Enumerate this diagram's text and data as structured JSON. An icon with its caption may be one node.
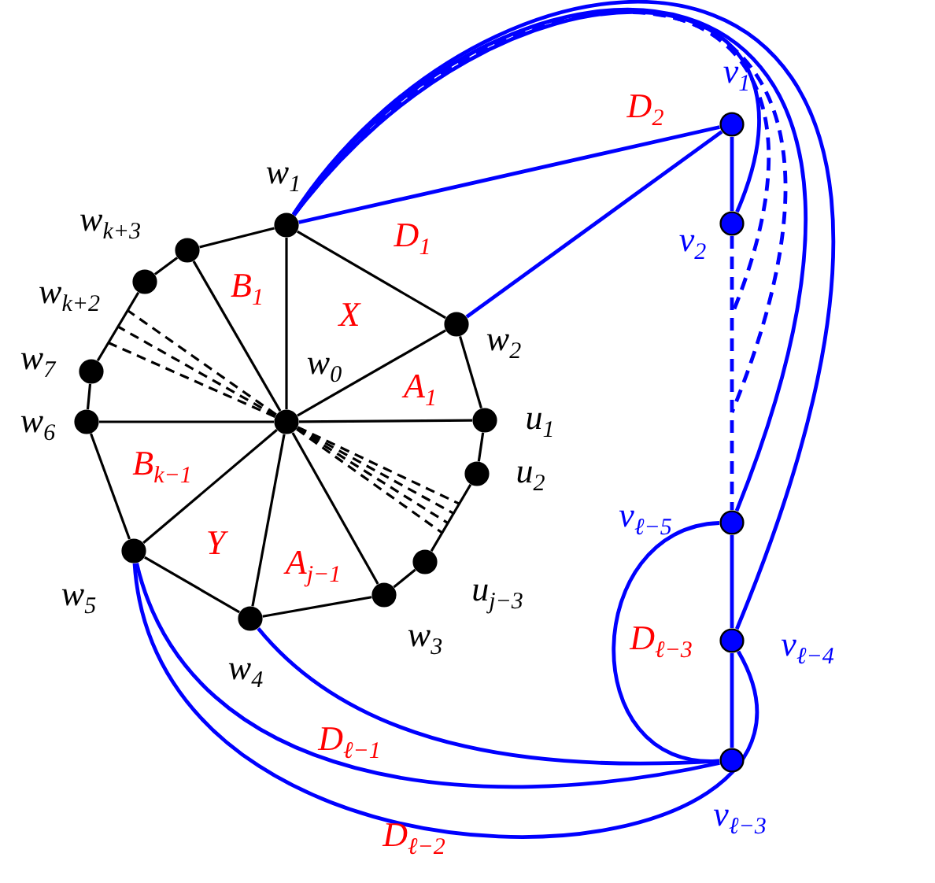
{
  "diagram": {
    "nodes": [
      {
        "text": [],
        "shape": "circle",
        "beside": [
          "w$_{0}$"
        ]
      },
      {
        "text": [],
        "shape": "circle",
        "beside": [
          "w$_{1}$"
        ]
      },
      {
        "text": [],
        "shape": "circle",
        "beside": [
          "w$_{2}$"
        ]
      },
      {
        "text": [],
        "shape": "circle",
        "beside": [
          "u$_{1}$"
        ]
      },
      {
        "text": [],
        "shape": "circle",
        "beside": [
          "u$_{2}$"
        ]
      },
      {
        "text": [],
        "shape": "circle",
        "beside": [
          "u$_{j−3}$"
        ]
      },
      {
        "text": [],
        "shape": "circle",
        "beside": [
          "w$_{3}$"
        ]
      },
      {
        "text": [],
        "shape": "circle",
        "beside": [
          "w$_{4}$"
        ]
      },
      {
        "text": [],
        "shape": "circle",
        "beside": [
          "w$_{5}$"
        ]
      },
      {
        "text": [],
        "shape": "circle",
        "beside": [
          "w$_{6}$"
        ]
      },
      {
        "text": [],
        "shape": "circle",
        "beside": [
          "w$_{7}$"
        ]
      },
      {
        "text": [],
        "shape": "circle",
        "beside": [
          "w$_{k+2}$"
        ]
      },
      {
        "text": [],
        "shape": "circle",
        "beside": [
          "w$_{k+3}$"
        ]
      },
      {
        "text": [],
        "shape": "circle",
        "beside": [
          "v$_{1}$"
        ]
      },
      {
        "text": [],
        "shape": "circle",
        "beside": [
          "v$_{2}$"
        ]
      },
      {
        "text": [],
        "shape": "circle",
        "beside": [
          "v$_{ℓ−5}$"
        ]
      },
      {
        "text": [],
        "shape": "circle",
        "beside": [
          "v$_{ℓ−4}$"
        ]
      },
      {
        "text": [],
        "shape": "circle",
        "beside": [
          "v$_{ℓ−3}$"
        ]
      }
    ],
    "edges": [
      {
        "from": 1,
        "to": 2,
        "arrow": "none"
      },
      {
        "from": 2,
        "to": 3,
        "arrow": "none"
      },
      {
        "from": 3,
        "to": 4,
        "arrow": "none"
      },
      {
        "from": 4,
        "to": 5,
        "arrow": "none"
      },
      {
        "from": 5,
        "to": 6,
        "arrow": "none"
      },
      {
        "from": 6,
        "to": 7,
        "arrow": "none"
      },
      {
        "from": 7,
        "to": 8,
        "arrow": "none"
      },
      {
        "from": 8,
        "to": 9,
        "arrow": "none"
      },
      {
        "from": 9,
        "to": 10,
        "arrow": "none"
      },
      {
        "from": 10,
        "to": 11,
        "arrow": "none"
      },
      {
        "from": 11,
        "to": 12,
        "arrow": "none"
      },
      {
        "from": 12,
        "to": 1,
        "arrow": "none"
      },
      {
        "from": 0,
        "to": 1,
        "arrow": "none"
      },
      {
        "from": 0,
        "to": 2,
        "arrow": "none"
      },
      {
        "from": 0,
        "to": 3,
        "arrow": "none"
      },
      {
        "from": 0,
        "to": 6,
        "arrow": "none"
      },
      {
        "from": 0,
        "to": 7,
        "arrow": "none"
      },
      {
        "from": 0,
        "to": 8,
        "arrow": "none"
      },
      {
        "from": 0,
        "to": 9,
        "arrow": "none"
      },
      {
        "from": 0,
        "to": 12,
        "arrow": "none"
      },
      {
        "from": 0,
        "to": null,
        "arrow": "none",
        "style": "dashed"
      },
      {
        "from": 0,
        "to": null,
        "arrow": "none",
        "style": "dashed"
      },
      {
        "from": 0,
        "to": null,
        "arrow": "none",
        "style": "dashed"
      },
      {
        "from": 0,
        "to": null,
        "arrow": "none",
        "style": "dashed"
      },
      {
        "from": 0,
        "to": null,
        "arrow": "none",
        "style": "dashed"
      },
      {
        "from": 0,
        "to": null,
        "arrow": "none",
        "style": "dashed"
      },
      {
        "from": 0,
        "to": null,
        "arrow": "none",
        "style": "dashed"
      },
      {
        "from": 1,
        "to": 13,
        "arrow": "none",
        "color": "#0000ff"
      },
      {
        "from": 2,
        "to": 13,
        "arrow": "none",
        "color": "#0000ff"
      },
      {
        "from": 13,
        "to": 14,
        "arrow": "none",
        "color": "#0000ff"
      },
      {
        "from": 1,
        "to": 14,
        "arrow": "none",
        "color": "#0000ff"
      },
      {
        "from": 1,
        "to": null,
        "arrow": "none",
        "style": "dashed",
        "color": "#0000ff"
      },
      {
        "from": 1,
        "to": null,
        "arrow": "none",
        "style": "dashed",
        "color": "#0000ff"
      },
      {
        "from": 1,
        "to": 15,
        "arrow": "none",
        "color": "#0000ff"
      },
      {
        "from": 1,
        "to": 16,
        "arrow": "none",
        "color": "#0000ff"
      },
      {
        "from": 14,
        "to": 15,
        "arrow": "none",
        "style": "dashed",
        "color": "#0000ff"
      },
      {
        "from": 15,
        "to": 16,
        "arrow": "none",
        "color": "#0000ff"
      },
      {
        "from": 16,
        "to": 17,
        "arrow": "none",
        "color": "#0000ff"
      },
      {
        "from": 15,
        "to": 17,
        "arrow": "none",
        "color": "#0000ff"
      },
      {
        "from": 7,
        "to": 17,
        "arrow": "none",
        "color": "#0000ff"
      },
      {
        "from": 8,
        "to": 17,
        "arrow": "none",
        "color": "#0000ff"
      },
      {
        "from": 8,
        "to": 16,
        "arrow": "none",
        "color": "#0000ff"
      }
    ],
    "labels": [
      "D$_{2}$",
      "B$_{1}$",
      "X",
      "D$_{1}$",
      "A$_{1}$",
      "B$_{k−1}$",
      "Y",
      "A$_{j−1}$",
      "D$_{ℓ−3}$",
      "D$_{ℓ−1}$",
      "D$_{ℓ−2}$"
    ]
  }
}
